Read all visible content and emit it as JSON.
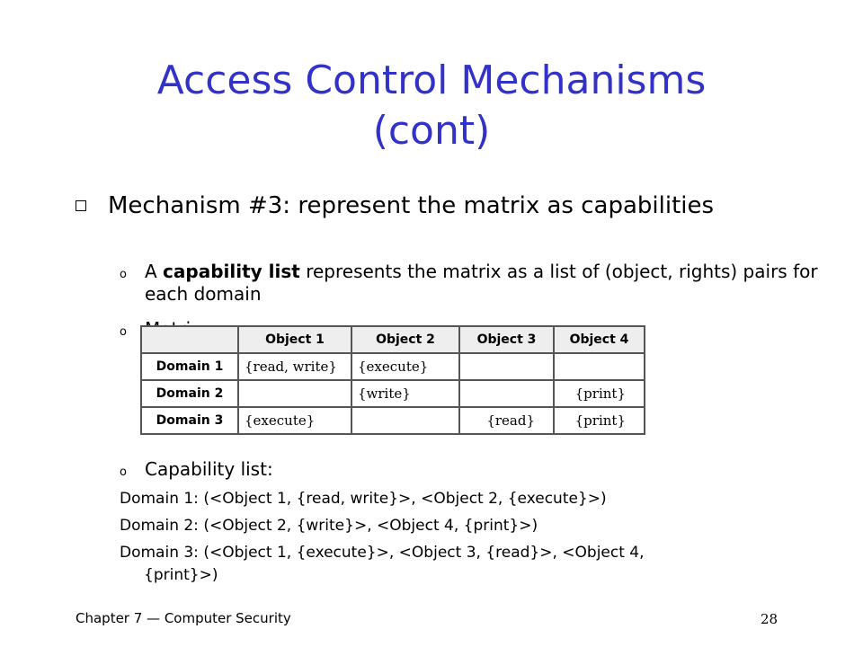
{
  "slide": {
    "title_line1": "Access Control Mechanisms",
    "title_line2": "(cont)",
    "bullet_main": "Mechanism #3: represent the matrix as capabilities",
    "sub1_pre": "A ",
    "sub1_bold": "capability list",
    "sub1_post": " represents the matrix as a list of (object, rights) pairs for each domain",
    "sub2_text": "Matrix:",
    "sub3_text": "Capability list:",
    "sub_marker": "o"
  },
  "matrix": {
    "headers": [
      "",
      "Object 1",
      "Object 2",
      "Object 3",
      "Object 4"
    ],
    "rows": [
      {
        "domain": "Domain 1",
        "cells": [
          "{read, write}",
          "{execute}",
          "",
          ""
        ]
      },
      {
        "domain": "Domain 2",
        "cells": [
          "",
          "{write}",
          "",
          "{print}"
        ]
      },
      {
        "domain": "Domain 3",
        "cells": [
          "{execute}",
          "",
          "{read}",
          "{print}"
        ]
      }
    ]
  },
  "capabilities": [
    "Domain 1: (<Object 1, {read, write}>, <Object 2, {execute}>)",
    "Domain 2: (<Object 2, {write}>, <Object 4, {print}>)",
    "Domain 3: (<Object 1, {execute}>, <Object 3, {read}>, <Object 4,",
    "{print}>)"
  ],
  "footer": {
    "chapter": "Chapter 7 — Computer Security",
    "page_number": "28"
  }
}
